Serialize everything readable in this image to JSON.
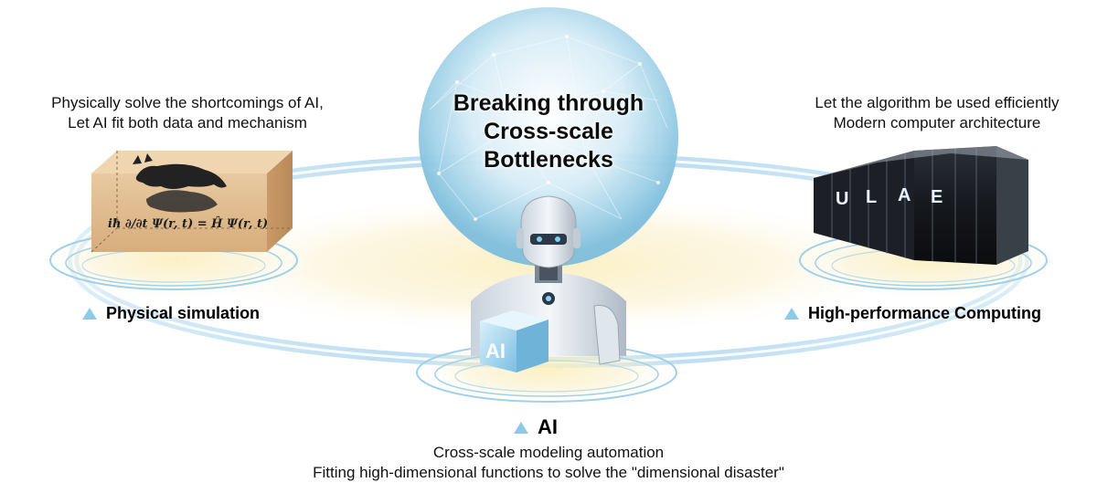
{
  "headline": {
    "line1": "Breaking through",
    "line2": "Cross-scale",
    "line3": "Bottlenecks"
  },
  "physical": {
    "description_line1": "Physically solve the shortcomings of AI,",
    "description_line2": "Let AI fit both data and mechanism",
    "label": "Physical simulation",
    "formula": "iħ ∂/∂t Ψ(r, t) = Ĥ Ψ(r, t)"
  },
  "computing": {
    "description_line1": "Let the algorithm be used efficiently",
    "description_line2": "Modern computer architecture",
    "label": "High-performance Computing",
    "rack_letters": [
      "U",
      "L",
      "A",
      "E"
    ]
  },
  "ai": {
    "label": "AI",
    "cube_text": "AI",
    "description_line1": "Cross-scale modeling automation",
    "description_line2": "Fitting high-dimensional functions to solve the \"dimensional disaster\""
  },
  "colors": {
    "accent_blue": "#8fc9e8",
    "glow_yellow": "#f6e7a8",
    "ring_blue": "#b9dcf0"
  }
}
